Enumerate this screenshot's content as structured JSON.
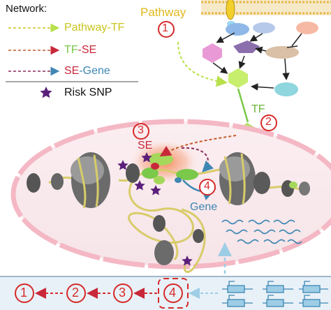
{
  "legend": {
    "title": "Network:",
    "items": [
      {
        "label": "Pathway-TF",
        "color": "#c9c41c"
      },
      {
        "label": "TF-SE",
        "color": "#c45a2a"
      },
      {
        "label": "SE-Gene",
        "color": "#3d87b3"
      }
    ],
    "snp_label": "Risk SNP",
    "snp_color": "#5b1f7a"
  },
  "labels": {
    "pathway": "Pathway",
    "tf": "TF",
    "se": "SE",
    "gene": "Gene"
  },
  "steps": {
    "pathway": "1",
    "tf": "2",
    "se": "3",
    "gene": "4"
  },
  "flow": [
    "1",
    "2",
    "3",
    "4"
  ],
  "colors": {
    "step_red": "#d62a2a",
    "pathway_yellow": "#e0b81c",
    "tf_green": "#6ab43a",
    "gene_blue": "#3d87b3",
    "nucleus_pink": "#f4b8c4"
  }
}
